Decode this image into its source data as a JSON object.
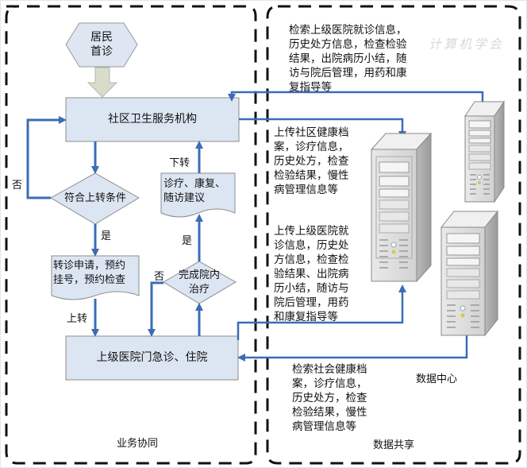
{
  "regions": {
    "business": "业务协同",
    "data_sharing": "数据共享"
  },
  "nodes": {
    "first_visit": [
      "居民",
      "首诊"
    ],
    "community_center": "社区卫生服务机构",
    "decision_upward": "符合上转条件",
    "referral_request": [
      "转诊申请，预约",
      "挂号，预约检查"
    ],
    "treatment_advice": [
      "诊疗、康复、",
      "随访建议"
    ],
    "decision_complete": [
      "完成院内",
      "治疗"
    ],
    "upper_hospital": "上级医院门急诊、住院",
    "data_center": "数据中心"
  },
  "edge_labels": {
    "no_left": "否",
    "yes_down": "是",
    "upward": "上转",
    "downward": "下转",
    "yes_up": "是",
    "no_complete": "否"
  },
  "annotations": {
    "retrieve_upper": [
      "检索上级医院就诊信息，",
      "历史处方信息，检查检验",
      "结果，出院病历小结，随",
      "访与院后管理，用药和康",
      "复指导等"
    ],
    "upload_community": [
      "上传社区健康档",
      "案，诊疗信息，",
      "历史处方，检查",
      "检验结果，慢性",
      "病管理信息等"
    ],
    "upload_upper": [
      "上传上级医院就",
      "诊信息，历史处",
      "方信息，检查检",
      "验结果、出院病",
      "历小结，随访与",
      "院后管理，用药",
      "和康复指导等"
    ],
    "retrieve_community": [
      "检索社会健康档",
      "案，诊疗信息，",
      "历史处方，检查",
      "检验结果，慢性",
      "病管理信息等"
    ]
  },
  "watermark": "计算机学会",
  "colors": {
    "arrow": "#3a6db5",
    "box_fill": "#dce6f2",
    "box_stroke": "#8c8c8c",
    "hex_fill": "#dde6f1",
    "block_arrow": "#d9dccb",
    "dash": "#111111"
  }
}
